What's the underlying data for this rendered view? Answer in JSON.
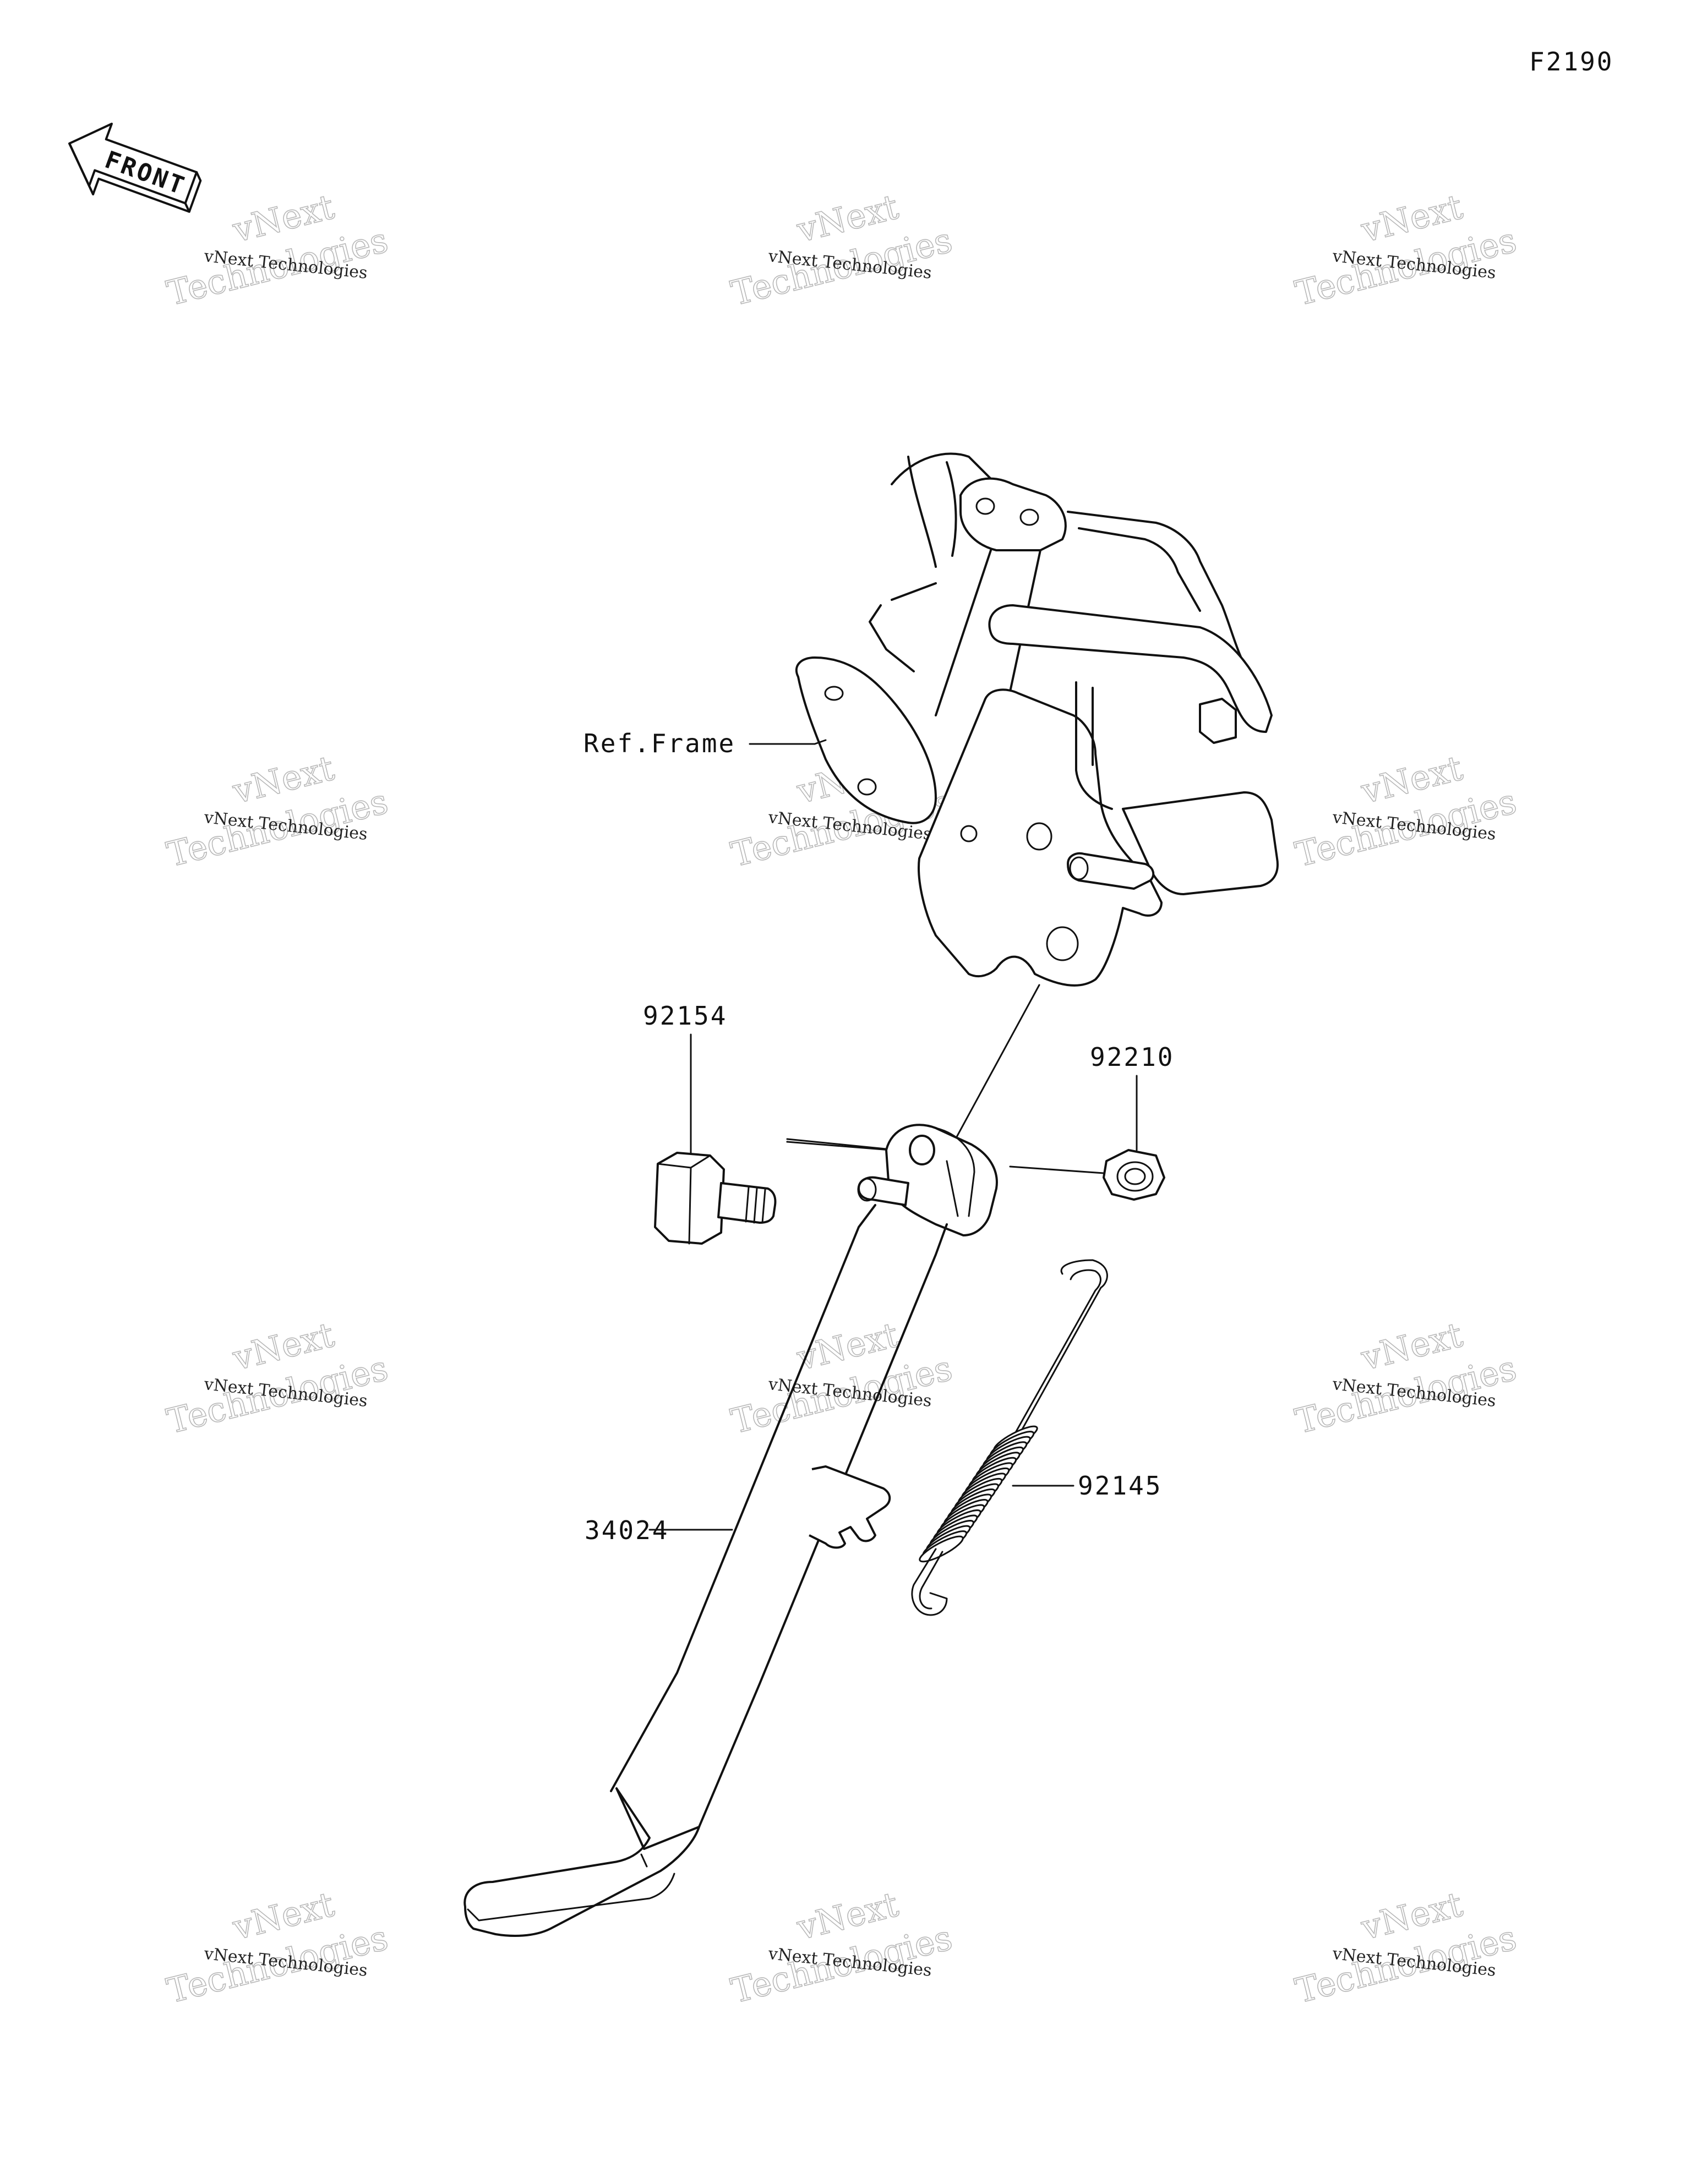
{
  "figure_code": "F2190",
  "front_badge": {
    "text": "FRONT",
    "icon": "front-arrow-icon"
  },
  "parts": [
    {
      "ref": "Ref.Frame"
    },
    {
      "ref": "92154"
    },
    {
      "ref": "92210"
    },
    {
      "ref": "92145"
    },
    {
      "ref": "34024"
    }
  ],
  "watermark": {
    "line1": "vNext Technologies",
    "line2": "vNext",
    "line3": "Technologies"
  }
}
